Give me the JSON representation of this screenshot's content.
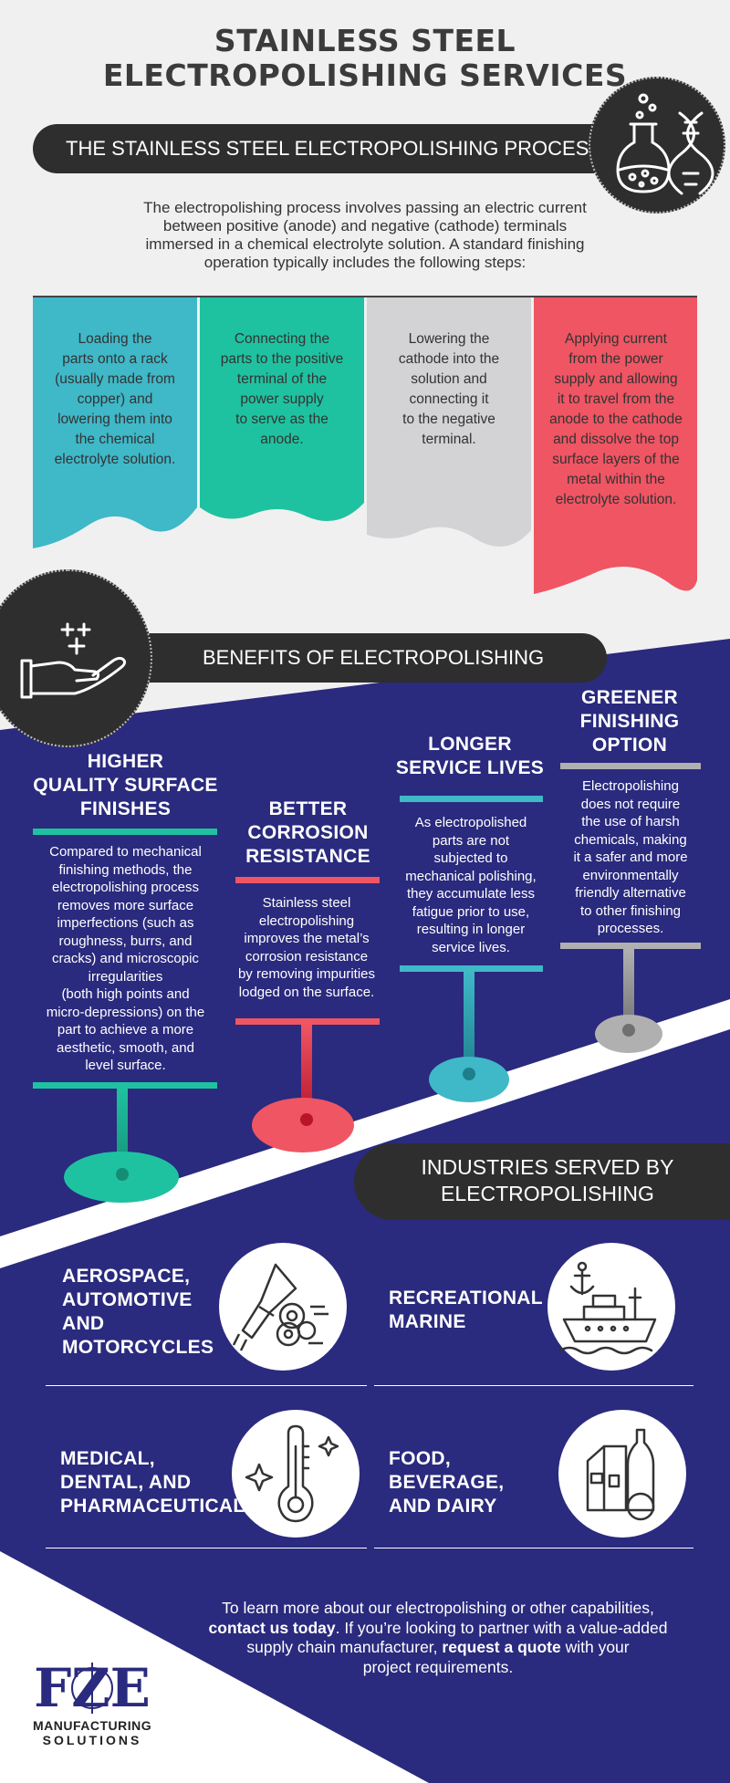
{
  "title": {
    "line1": "STAINLESS STEEL",
    "line2": "ELECTROPOLISHING SERVICES"
  },
  "process": {
    "heading": "THE STAINLESS STEEL ELECTROPOLISHING PROCESS",
    "intro": "The electropolishing process involves passing an electric current between positive (anode) and negative (cathode) terminals immersed in a chemical electrolyte solution. A standard finishing operation typically includes the following steps:",
    "steps": [
      {
        "lines": [
          "Loading the",
          "parts onto a rack",
          "(usually made from",
          "copper) and",
          "lowering them into",
          "the chemical",
          "electrolyte solution."
        ],
        "color": "#3fb8c8"
      },
      {
        "lines": [
          "Connecting the",
          "parts to the positive",
          "terminal of the",
          "power supply",
          "to serve as the",
          "anode."
        ],
        "color": "#1fc2a0"
      },
      {
        "lines": [
          "Lowering the",
          "cathode into the",
          "solution and",
          "connecting it",
          "to the negative",
          "terminal."
        ],
        "color": "#d3d3d5"
      },
      {
        "lines": [
          "Applying current",
          "from the power",
          "supply and allowing",
          "it to travel from the",
          "anode to the cathode",
          "and dissolve the top",
          "surface layers of the",
          "metal within the",
          "electrolyte solution."
        ],
        "color": "#ef5563"
      }
    ]
  },
  "benefits": {
    "heading": "BENEFITS OF ELECTROPOLISHING",
    "items": [
      {
        "title": [
          "HIGHER",
          "QUALITY SURFACE",
          "FINISHES"
        ],
        "text": [
          "Compared to mechanical",
          "finishing methods, the",
          "electropolishing process",
          "removes more surface",
          "imperfections (such as",
          "roughness, burrs, and",
          "cracks) and microscopic",
          "irregularities",
          "(both high points and",
          "micro-depressions) on the",
          "part to achieve a more",
          "aesthetic, smooth, and",
          "level surface."
        ],
        "color": "#1fc2a0"
      },
      {
        "title": [
          "BETTER",
          "CORROSION",
          "RESISTANCE"
        ],
        "text": [
          "Stainless steel",
          "electropolishing",
          "improves the metal’s",
          "corrosion resistance",
          "by removing impurities",
          "lodged on the surface."
        ],
        "color": "#ef5563"
      },
      {
        "title": [
          "LONGER",
          "SERVICE LIVES"
        ],
        "text": [
          "As electropolished",
          "parts are not",
          "subjected to",
          "mechanical polishing,",
          "they accumulate less",
          "fatigue prior to use,",
          "resulting in longer",
          "service lives."
        ],
        "color": "#3fb8c8"
      },
      {
        "title": [
          "GREENER",
          "FINISHING",
          "OPTION"
        ],
        "text": [
          "Electropolishing",
          "does not require",
          "the use of harsh",
          "chemicals, making",
          "it a safer and more",
          "environmentally",
          "friendly alternative",
          "to other finishing",
          "processes."
        ],
        "color": "#b0b0b0"
      }
    ]
  },
  "industries": {
    "heading": [
      "INDUSTRIES SERVED BY",
      "ELECTROPOLISHING"
    ],
    "items": [
      {
        "label": [
          "AEROSPACE,",
          "AUTOMOTIVE",
          "AND",
          "MOTORCYCLES"
        ],
        "icon": "rocket-gears-icon"
      },
      {
        "label": [
          "RECREATIONAL",
          "MARINE"
        ],
        "icon": "ship-anchor-icon"
      },
      {
        "label": [
          "MEDICAL,",
          "DENTAL, AND",
          "PHARMACEUTICAL"
        ],
        "icon": "thermometer-icon"
      },
      {
        "label": [
          "FOOD,",
          "BEVERAGE,",
          "AND DAIRY"
        ],
        "icon": "food-containers-icon"
      }
    ]
  },
  "footer": {
    "p1": "To learn more about our electropolishing or other capabilities,",
    "contact": "contact us today",
    "p2": ". If you’re looking to partner with a value-added",
    "p3": "supply chain manufacturer, ",
    "quote": "request a quote",
    "p4": " with your",
    "p5": "project requirements."
  },
  "logo": {
    "mark": "FZE",
    "line1": "MANUFACTURING",
    "line2": "SOLUTIONS"
  },
  "colors": {
    "navy": "#2a2a7e",
    "dark": "#2e2e2e",
    "teal": "#1fc2a0",
    "blue": "#3fb8c8",
    "red": "#ef5563",
    "gray": "#b0b0b0"
  }
}
